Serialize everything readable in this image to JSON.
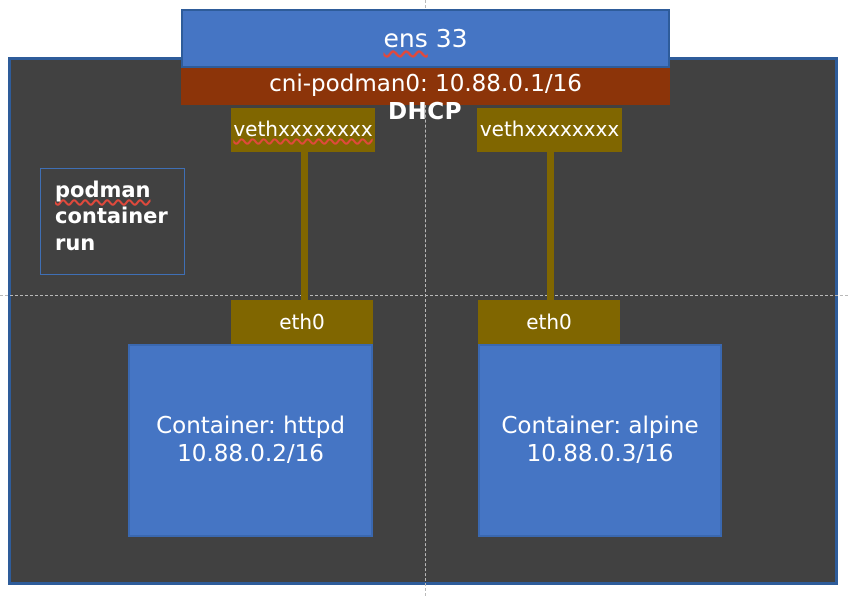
{
  "diagram": {
    "title": "Podman CNI container networking diagram",
    "colors": {
      "host_panel_bg": "#414141",
      "host_panel_border": "#2e5c9a",
      "interface_blue": "#4575c4",
      "bridge_brown": "#8c3409",
      "veth_olive": "#806600",
      "guide_line": "#b9b9b9",
      "text": "#ffffff",
      "spellcheck_underline": "#e0493c"
    }
  },
  "host_interface": {
    "name_prefix": "ens",
    "name_suffix": " 33",
    "full_label": "ens 33"
  },
  "bridge": {
    "label": "cni-podman0: 10.88.0.1/16",
    "service_label": "DHCP"
  },
  "veth_pairs": [
    {
      "label": "veth",
      "suffix": "xxxxxxxx",
      "full_label": "vethxxxxxxxx"
    },
    {
      "label": "veth",
      "suffix": "xxxxxxxx",
      "full_label": "vethxxxxxxxx"
    }
  ],
  "container_interfaces": [
    {
      "label": "eth0"
    },
    {
      "label": "eth0"
    }
  ],
  "containers": [
    {
      "name_label": "Container: httpd",
      "ip_label": "10.88.0.2/16"
    },
    {
      "name_label": "Container: alpine",
      "ip_label": "10.88.0.3/16"
    }
  ],
  "command_note": {
    "line1": "podman",
    "line2": "container",
    "line3": "run"
  }
}
